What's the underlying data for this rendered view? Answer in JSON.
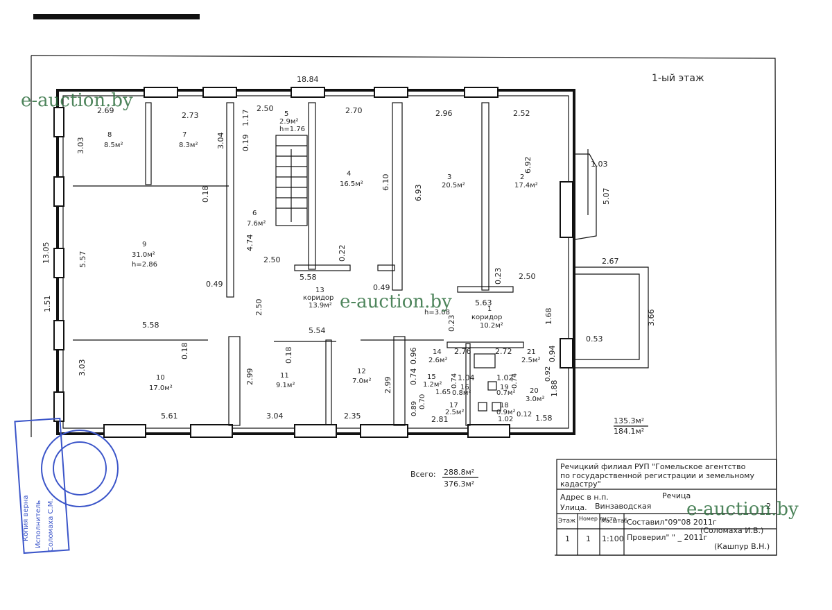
{
  "floor_label": "1-ый этаж",
  "watermark": "e-auction.by",
  "outer_dims": {
    "top": "18.84",
    "left": "13.05",
    "right_a": "5.07",
    "right_b": "3.66",
    "left_small": "1.51"
  },
  "stair_dims": {
    "w": "1.03",
    "porch": "2.67",
    "porch_d": "0.53"
  },
  "rooms": [
    {
      "id": "r8",
      "num": "8",
      "area": "8.5м²"
    },
    {
      "id": "r7",
      "num": "7",
      "area": "8.3м²"
    },
    {
      "id": "r5",
      "num": "5",
      "area": "2.9м²",
      "h": "h=1.76"
    },
    {
      "id": "r4",
      "num": "4",
      "area": "16.5м²"
    },
    {
      "id": "r3",
      "num": "3",
      "area": "20.5м²"
    },
    {
      "id": "r2",
      "num": "2",
      "area": "17.4м²"
    },
    {
      "id": "r6",
      "num": "6",
      "area": "7.6м²"
    },
    {
      "id": "r9",
      "num": "9",
      "area": "31.0м²",
      "h": "h=2.86"
    },
    {
      "id": "r13",
      "num": "13",
      "name": "коридор",
      "area": "13.9м²",
      "h": "h=3.08"
    },
    {
      "id": "r1",
      "num": "1",
      "name": "коридор",
      "area": "10.2м²"
    },
    {
      "id": "r10",
      "num": "10",
      "area": "17.0м²"
    },
    {
      "id": "r11",
      "num": "11",
      "area": "9.1м²"
    },
    {
      "id": "r12",
      "num": "12",
      "area": "7.0м²"
    },
    {
      "id": "r14",
      "num": "14",
      "area": "2.6м²"
    },
    {
      "id": "r21",
      "num": "21",
      "area": "2.5м²"
    },
    {
      "id": "r15",
      "num": "15",
      "area": "1.2м²"
    },
    {
      "id": "r16",
      "num": "16",
      "area": "0.8м²"
    },
    {
      "id": "r19",
      "num": "19",
      "area": "0.7м²"
    },
    {
      "id": "r20",
      "num": "20",
      "area": "3.0м²"
    },
    {
      "id": "r17",
      "num": "17",
      "area": "2.5м²"
    },
    {
      "id": "r18",
      "num": "18",
      "area": "0.9м²"
    }
  ],
  "dims": [
    "2.69",
    "2.73",
    "2.50",
    "1.17",
    "2.70",
    "2.96",
    "2.52",
    "3.03",
    "3.04",
    "0.19",
    "6.92",
    "6.10",
    "6.93",
    "0.18",
    "4.74",
    "5.57",
    "2.50",
    "5.58",
    "0.22",
    "0.49",
    "0.49",
    "0.23",
    "2.50",
    "2.50",
    "5.63",
    "1.68",
    "5.58",
    "5.54",
    "0.18",
    "0.18",
    "0.23",
    "2.76",
    "2.72",
    "3.03",
    "2.99",
    "2.99",
    "0.96",
    "0.74",
    "1.04",
    "1.02",
    "0.94",
    "0.92",
    "1.65",
    "0.74",
    "0.74",
    "1.88",
    "0.89",
    "0.70",
    "5.61",
    "3.04",
    "2.35",
    "2.81",
    "1.02",
    "0.12",
    "1.58"
  ],
  "totals": {
    "floor_main": "135.3м²",
    "floor_total": "184.1м²",
    "all_label": "Всего:",
    "all_main": "288.8м²",
    "all_total": "376.3м²"
  },
  "title_block": {
    "org": [
      "Речицкий филиал РУП \"Гомельское агентство",
      "по государственной регистрации и земельному",
      "кадастру\""
    ],
    "address_label": "Адрес в н.п.",
    "city": "Речица",
    "street_label": "Улица.",
    "street": "Винзаводская",
    "house": "2",
    "cols": [
      "Этаж",
      "Номер листа",
      "Масштаб"
    ],
    "vals": [
      "1",
      "1",
      "1:100"
    ],
    "compiled": "Составил\"09\"08  2011г",
    "compiled_by": "(Соломаха И.В.)",
    "checked": "Проверил\" \" _  2011г",
    "checked_by": "(Кашпур В.Н.)"
  },
  "stamp": {
    "lines": [
      "Копия верна",
      "Исполнитель",
      "Соломаха С.М."
    ]
  }
}
